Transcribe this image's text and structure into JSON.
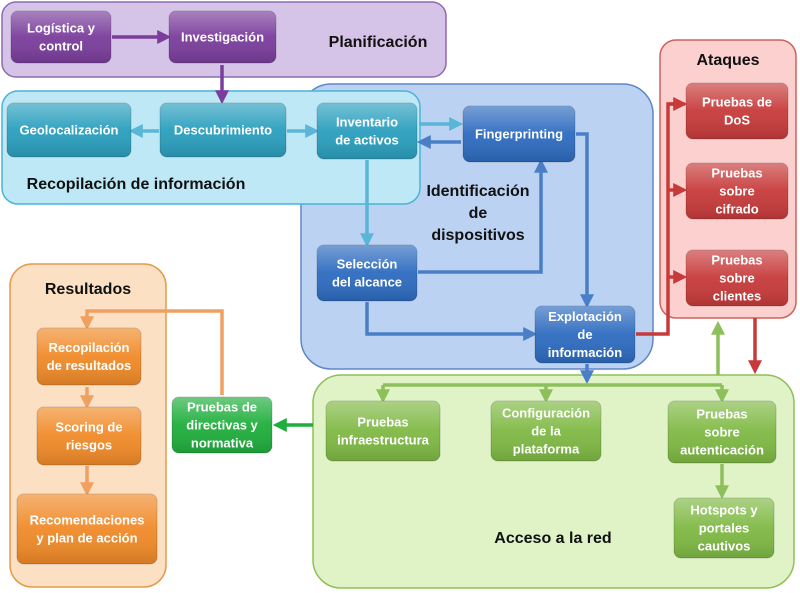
{
  "groups": {
    "planificacion": {
      "title": "Planificación",
      "fill": "#d6c3e8",
      "stroke": "#8e6aac"
    },
    "recopilacion": {
      "title": "Recopilación de información",
      "fill": "#bfe8f6",
      "stroke": "#4ab3d6"
    },
    "identificacion": {
      "title": "Identificación de dispositivos",
      "fill": "#bcd2f2",
      "stroke": "#5f86c6"
    },
    "ataques": {
      "title": "Ataques",
      "fill": "#fbd0ce",
      "stroke": "#d0605a"
    },
    "resultados": {
      "title": "Resultados",
      "fill": "#fce0c4",
      "stroke": "#e39a4b"
    },
    "acceso": {
      "title": "Acceso a la red",
      "fill": "#dff3c7",
      "stroke": "#8dc05a"
    }
  },
  "nodes": {
    "logistica": {
      "label": "Logística y control",
      "color": "#7a3d9c"
    },
    "investigacion": {
      "label": "Investigación",
      "color": "#7a3d9c"
    },
    "geolocalizacion": {
      "label": "Geolocalización",
      "color": "#2a9fbe"
    },
    "descubrimiento": {
      "label": "Descubrimiento",
      "color": "#2a9fbe"
    },
    "inventario": {
      "label": "Inventario de activos",
      "color": "#2a9fbe"
    },
    "fingerprinting": {
      "label": "Fingerprinting",
      "color": "#2d6bbf"
    },
    "seleccion": {
      "label": "Selección del alcance",
      "color": "#2d6bbf"
    },
    "explotacion": {
      "label": "Explotación de información",
      "color": "#2d6bbf"
    },
    "dos": {
      "label": "Pruebas de DoS",
      "color": "#c73a3a"
    },
    "cifrado": {
      "label": "Pruebas sobre cifrado",
      "color": "#c73a3a"
    },
    "clientes": {
      "label": "Pruebas sobre clientes",
      "color": "#c73a3a"
    },
    "recopilacion_resultados": {
      "label": "Recopilación de resultados",
      "color": "#f08a28"
    },
    "scoring": {
      "label": "Scoring de riesgos",
      "color": "#f08a28"
    },
    "recomendaciones": {
      "label": "Recomendaciones y plan de acción",
      "color": "#f08a28"
    },
    "directivas": {
      "label": "Pruebas de directivas y normativa",
      "color": "#1fae3c"
    },
    "infraestructura": {
      "label": "Pruebas infraestructura",
      "color": "#7fb944"
    },
    "configuracion": {
      "label": "Configuración de la plataforma",
      "color": "#7fb944"
    },
    "autenticacion": {
      "label": "Pruebas sobre autenticación",
      "color": "#7fb944"
    },
    "hotspots": {
      "label": "Hotspots y portales cautivos",
      "color": "#7fb944"
    }
  },
  "colors": {
    "purple_arrow": "#7a3d9c",
    "teal_arrow": "#5ab6d6",
    "blue_arrow": "#4a7fc8",
    "red_arrow": "#c73a3a",
    "orange_arrow": "#f0a060",
    "green_arrow": "#8dc05a",
    "dark_green_arrow": "#1fae3c"
  }
}
